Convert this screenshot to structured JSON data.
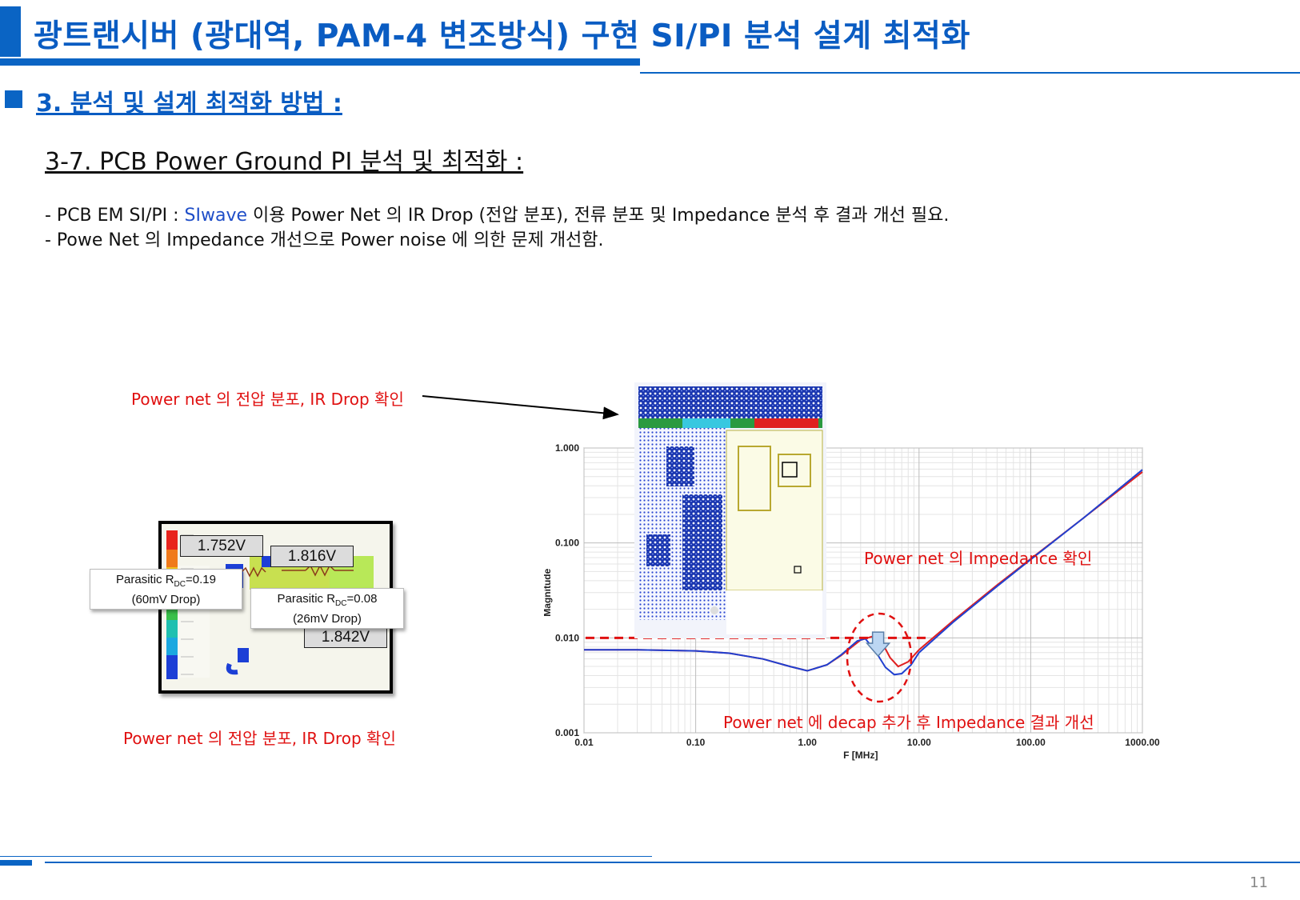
{
  "header": {
    "title": "광트랜시버 (광대역, PAM-4 변조방식) 구현 SI/PI 분석 설계 최적화"
  },
  "section": {
    "heading": "3. 분석 및 설계 최적화 방법 :",
    "subheading": "3-7. PCB Power Ground PI 분석 및 최적화 :"
  },
  "bullets": {
    "line1_prefix": "- PCB EM SI/PI : ",
    "line1_highlight": "SIwave",
    "line1_suffix": " 이용 Power Net 의 IR Drop (전압 분포), 전류 분포 및 Impedance 분석 후 결과 개선 필요.",
    "line2": "- Powe Net 의 Impedance 개선으로 Power noise 에 의한 문제 개선함.",
    "highlight_color": "#1f4ec8"
  },
  "annotations": {
    "top_label": "Power net 의 전압 분포, IR Drop 확인",
    "bottom_label": "Power net 의 전압 분포, IR Drop 확인",
    "impedance_label": "Power net 의 Impedance 확인",
    "decap_label": "Power net 에 decap 추가 후 Impedance 결과 개선",
    "label_color": "#e01010"
  },
  "pcb_figure": {
    "voltages": [
      "1.752V",
      "1.816V",
      "1.842V"
    ],
    "parasitic1": {
      "label": "Parasitic R",
      "sub": "DC",
      "value": "=0.19",
      "drop": "(60mV Drop)"
    },
    "parasitic2": {
      "label": "Parasitic R",
      "sub": "DC",
      "value": "=0.08",
      "drop": "(26mV Drop)"
    }
  },
  "chart_data": {
    "type": "line",
    "xlabel": "F [MHz]",
    "ylabel": "Magnitude",
    "xscale": "log",
    "yscale": "log",
    "xlim": [
      0.01,
      1000
    ],
    "ylim": [
      0.001,
      1
    ],
    "x_ticks": [
      "0.01",
      "0.10",
      "1.00",
      "10.00",
      "100.00",
      "1000.00"
    ],
    "y_ticks": [
      "0.001",
      "0.010",
      "0.100",
      "1.000"
    ],
    "grid": true,
    "threshold": 0.01,
    "series": [
      {
        "color": "#e02020",
        "x": [
          0.01,
          0.03,
          0.1,
          0.2,
          0.4,
          0.7,
          1.0,
          1.5,
          2.0,
          3.0,
          4.0,
          4.7,
          5.5,
          6.5,
          8.0,
          10.0,
          20.0,
          50.0,
          100.0,
          300.0,
          1000.0
        ],
        "y": [
          0.0075,
          0.0075,
          0.0073,
          0.0069,
          0.006,
          0.005,
          0.0045,
          0.0052,
          0.0065,
          0.0095,
          0.0105,
          0.0088,
          0.0062,
          0.005,
          0.0056,
          0.0075,
          0.015,
          0.036,
          0.068,
          0.185,
          0.56
        ]
      },
      {
        "color": "#2040d0",
        "x": [
          0.01,
          0.03,
          0.1,
          0.2,
          0.4,
          0.7,
          1.0,
          1.5,
          2.0,
          2.8,
          3.3,
          4.0,
          5.0,
          6.0,
          7.0,
          8.5,
          10.0,
          20.0,
          50.0,
          100.0,
          300.0,
          1000.0
        ],
        "y": [
          0.0075,
          0.0075,
          0.0073,
          0.0069,
          0.006,
          0.005,
          0.0045,
          0.0052,
          0.0066,
          0.0093,
          0.0098,
          0.0075,
          0.0049,
          0.0041,
          0.0042,
          0.0052,
          0.007,
          0.0145,
          0.035,
          0.067,
          0.185,
          0.59
        ]
      }
    ]
  },
  "footer": {
    "page_number": "11"
  }
}
